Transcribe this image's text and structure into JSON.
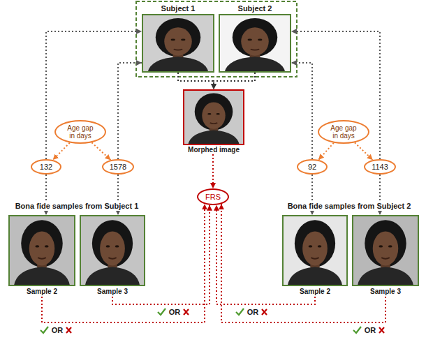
{
  "diagram": {
    "nodes": [
      {
        "text": [
          "Subject 1"
        ]
      },
      {
        "text": [
          "Subject 2"
        ]
      },
      {
        "text": [
          "Morphed image"
        ]
      },
      {
        "text": [
          "Age gap in days"
        ]
      },
      {
        "text": [
          "132"
        ]
      },
      {
        "text": [
          "1578"
        ]
      },
      {
        "text": [
          "Age gap in days"
        ]
      },
      {
        "text": [
          "92"
        ]
      },
      {
        "text": [
          "1143"
        ]
      },
      {
        "text": [
          "Sample 2"
        ]
      },
      {
        "text": [
          "Sample 3"
        ]
      },
      {
        "text": [
          "FRS"
        ]
      },
      {
        "text": [
          "Sample 2"
        ]
      },
      {
        "text": [
          "Sample 3"
        ]
      }
    ],
    "edges": [
      {
        "from": 0,
        "to": 2,
        "arrow": "to"
      },
      {
        "from": 1,
        "to": 2,
        "arrow": "to"
      },
      {
        "from": 2,
        "to": 11,
        "arrow": "to"
      },
      {
        "from": 9,
        "to": 11,
        "arrow": "to",
        "label": "OR"
      },
      {
        "from": 10,
        "to": 11,
        "arrow": "to",
        "label": "OR"
      },
      {
        "from": 12,
        "to": 11,
        "arrow": "to",
        "label": "OR"
      },
      {
        "from": 13,
        "to": 11,
        "arrow": "to",
        "label": "OR"
      },
      {
        "from": 4,
        "to": 0,
        "arrow": "to"
      },
      {
        "from": 4,
        "to": 9,
        "arrow": "to"
      },
      {
        "from": 5,
        "to": 0,
        "arrow": "to"
      },
      {
        "from": 5,
        "to": 10,
        "arrow": "to"
      },
      {
        "from": 7,
        "to": 1,
        "arrow": "to"
      },
      {
        "from": 7,
        "to": 12,
        "arrow": "to"
      },
      {
        "from": 8,
        "to": 1,
        "arrow": "to"
      },
      {
        "from": 8,
        "to": 13,
        "arrow": "to"
      },
      {
        "from": 3,
        "to": 4,
        "arrow": "to"
      },
      {
        "from": 3,
        "to": 5,
        "arrow": "to"
      },
      {
        "from": 6,
        "to": 7,
        "arrow": "to"
      },
      {
        "from": 6,
        "to": 8,
        "arrow": "to"
      }
    ],
    "labels": [
      "Bona fide samples from Subject 1",
      "Bona fide samples from Subject 2"
    ]
  }
}
